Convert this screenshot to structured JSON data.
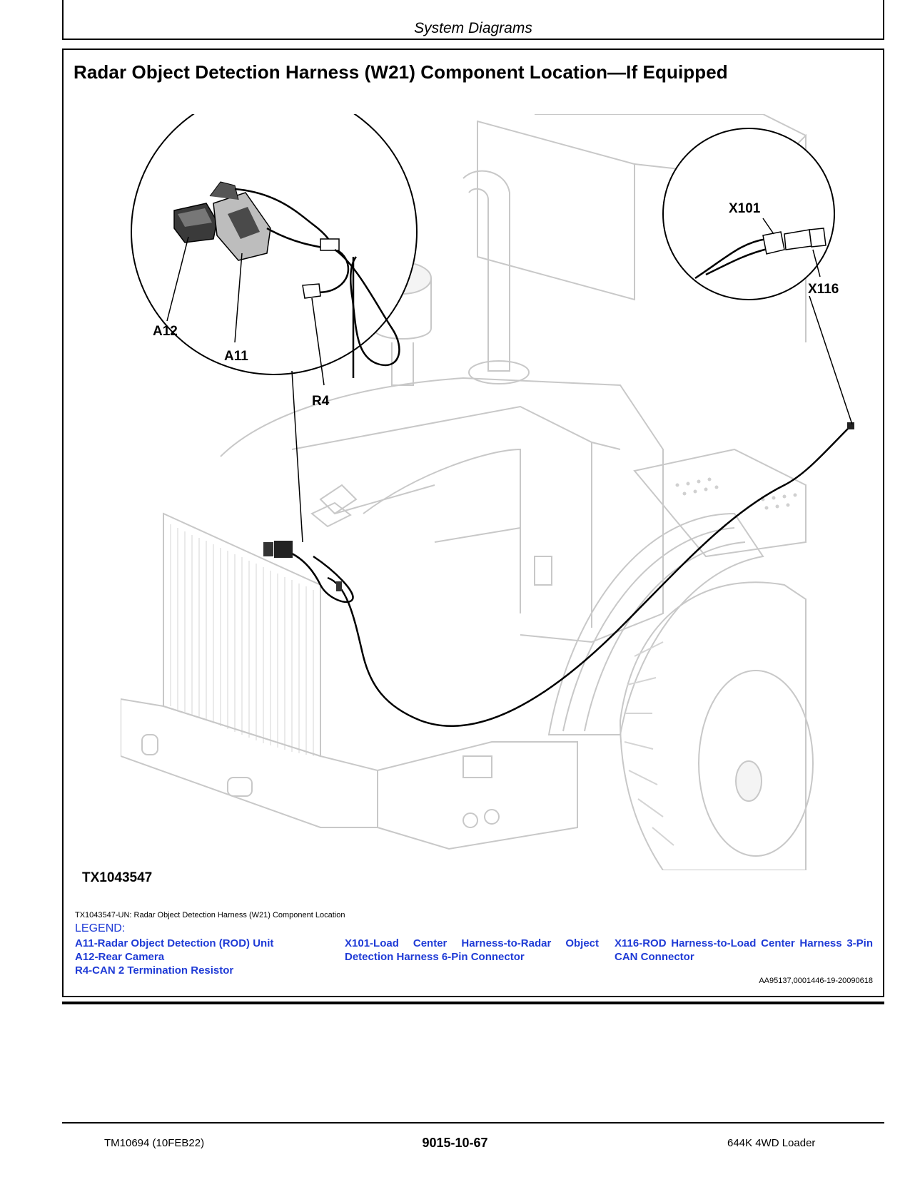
{
  "header": {
    "section_title": "System Diagrams"
  },
  "figure": {
    "title": "Radar Object Detection Harness (W21) Component Location—If Equipped",
    "callouts": {
      "x101": "X101",
      "x116": "X116",
      "a12": "A12",
      "a11": "A11",
      "r4": "R4"
    },
    "figure_id": "TX1043547",
    "caption": "TX1043547-UN: Radar Object Detection Harness (W21) Component Location",
    "legend_title": "LEGEND:",
    "legend": [
      [
        "A11-Radar Object Detection (ROD) Unit",
        "A12-Rear Camera",
        "R4-CAN 2 Termination Resistor"
      ],
      [
        "X101-Load Center Harness-to-Radar Object Detection Harness 6-Pin Connector"
      ],
      [
        "X116-ROD Harness-to-Load Center Harness 3-Pin CAN Connector"
      ]
    ],
    "reference": "AA95137,0001446-19-20090618"
  },
  "footer": {
    "doc_id": "TM10694 (10FEB22)",
    "page_number": "9015-10-67",
    "model": "644K 4WD Loader"
  },
  "colors": {
    "legend_text": "#1f3bd6",
    "line_art": "#c8c8c8"
  }
}
